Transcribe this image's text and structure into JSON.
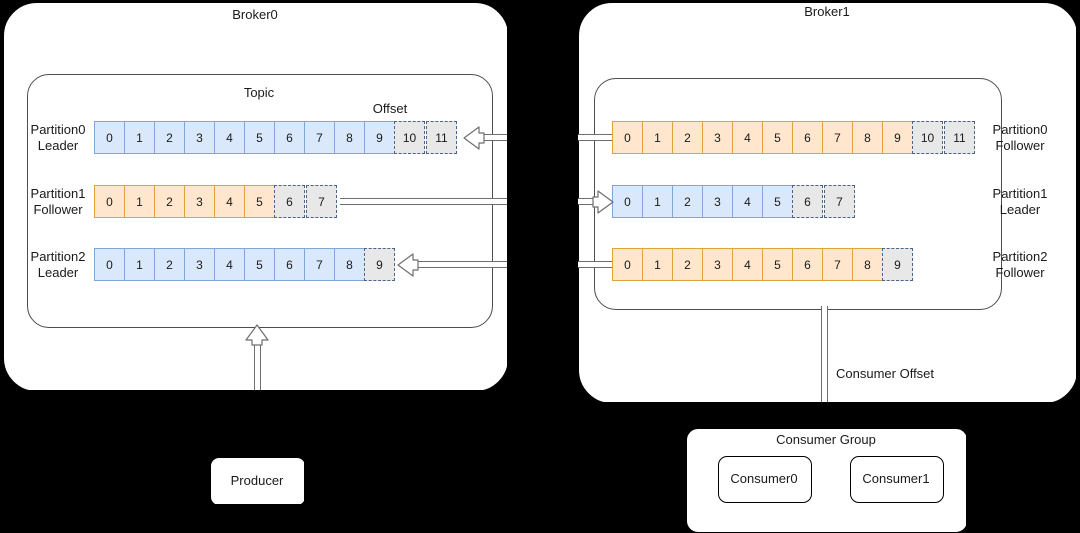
{
  "diagram": {
    "title_left": "Broker0",
    "title_right": "Broker1",
    "topic_label": "Topic",
    "offset_label": "Offset",
    "consumer_offset_label": "Consumer Offset",
    "producer_label": "Producer",
    "consumer_group_label": "Consumer Group",
    "consumers": [
      {
        "label": "Consumer0"
      },
      {
        "label": "Consumer1"
      }
    ]
  },
  "colors": {
    "blue_fill": "#dae8fc",
    "blue_border": "#7ea6d9",
    "orange_fill": "#ffe6cc",
    "orange_border": "#e0a33c",
    "gray_fill": "#e8e8e8",
    "gray_border": "#4a6585",
    "line": "#6e6e6e",
    "background": "#000000",
    "surface": "#ffffff"
  },
  "broker0": {
    "name": "Broker0",
    "partitions": [
      {
        "name": "Partition0",
        "role": "Leader",
        "label_line1": "Partition0",
        "label_line2": "Leader",
        "fill": "blue",
        "committed": [
          0,
          1,
          2,
          3,
          4,
          5,
          6,
          7,
          8,
          9
        ],
        "pending": [
          10,
          11
        ]
      },
      {
        "name": "Partition1",
        "role": "Follower",
        "label_line1": "Partition1",
        "label_line2": "Follower",
        "fill": "orange",
        "committed": [
          0,
          1,
          2,
          3,
          4,
          5
        ],
        "pending": [
          6,
          7
        ]
      },
      {
        "name": "Partition2",
        "role": "Leader",
        "label_line1": "Partition2",
        "label_line2": "Leader",
        "fill": "blue",
        "committed": [
          0,
          1,
          2,
          3,
          4,
          5,
          6,
          7,
          8
        ],
        "pending": [
          9
        ]
      }
    ]
  },
  "broker1": {
    "name": "Broker1",
    "partitions": [
      {
        "name": "Partition0",
        "role": "Follower",
        "label_line1": "Partition0",
        "label_line2": "Follower",
        "fill": "orange",
        "committed": [
          0,
          1,
          2,
          3,
          4,
          5,
          6,
          7,
          8,
          9
        ],
        "pending": [
          10,
          11
        ]
      },
      {
        "name": "Partition1",
        "role": "Leader",
        "label_line1": "Partition1",
        "label_line2": "Leader",
        "fill": "blue",
        "committed": [
          0,
          1,
          2,
          3,
          4,
          5
        ],
        "pending": [
          6,
          7
        ]
      },
      {
        "name": "Partition2",
        "role": "Follower",
        "label_line1": "Partition2",
        "label_line2": "Follower",
        "fill": "orange",
        "committed": [
          0,
          1,
          2,
          3,
          4,
          5,
          6,
          7,
          8
        ],
        "pending": [
          9
        ]
      }
    ]
  }
}
